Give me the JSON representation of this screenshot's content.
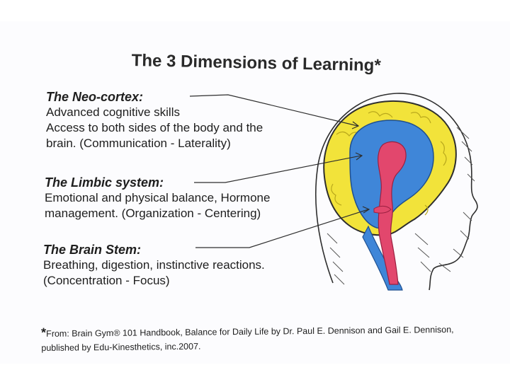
{
  "title": "The 3 Dimensions of Learning*",
  "sections": [
    {
      "heading": "The Neo-cortex:",
      "lines": [
        "Advanced cognitive skills",
        "Access to both sides of the body and the",
        "brain.  (Communication - Laterality)"
      ]
    },
    {
      "heading": "The Limbic system:",
      "lines": [
        "Emotional and physical balance, Hormone",
        "management.  (Organization - Centering)"
      ]
    },
    {
      "heading": "The Brain Stem:",
      "lines": [
        "Breathing, digestion, instinctive reactions.",
        "(Concentration - Focus)"
      ]
    }
  ],
  "footnote": {
    "marker": "*",
    "line1": "From: Brain Gym® 101 Handbook, Balance for Daily Life by Dr. Paul E. Dennison and Gail E. Dennison,",
    "line2": "published by Edu-Kinesthetics, inc.2007."
  },
  "colors": {
    "neo_cortex": "#f2e33a",
    "limbic": "#3f86d8",
    "brain_stem": "#e2476d",
    "outline": "#2e2e2e"
  }
}
